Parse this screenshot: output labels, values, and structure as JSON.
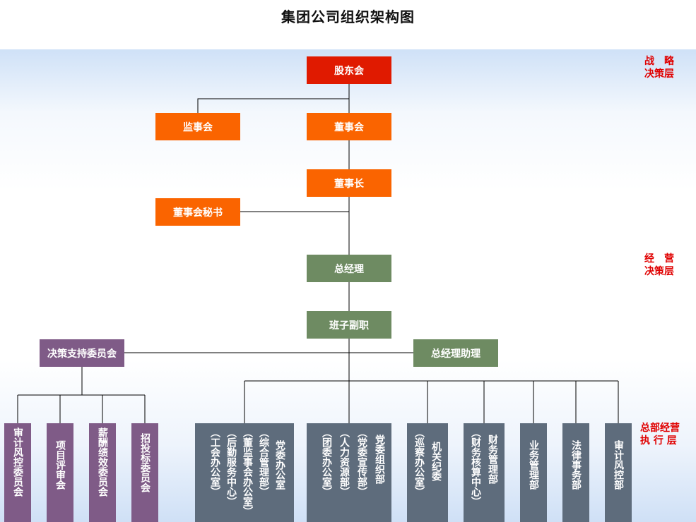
{
  "title": "集团公司组织架构图",
  "layers": {
    "strategy": [
      "战　略",
      "决策层"
    ],
    "operation": [
      "经　营",
      "决策层"
    ],
    "execution": [
      "总部经营",
      "执 行 层"
    ]
  },
  "nodes": {
    "shareholders": "股东会",
    "supervisors": "监事会",
    "board": "董事会",
    "chairman": "董事长",
    "board_secretary": "董事会秘书",
    "general_manager": "总经理",
    "deputy": "班子副职",
    "decision_support": "决策支持委员会",
    "gm_assistant": "总经理助理"
  },
  "committees": [
    {
      "lines": [
        "审计风控委员会"
      ]
    },
    {
      "lines": [
        "项目评审会"
      ]
    },
    {
      "lines": [
        "薪酬绩效委员会"
      ]
    },
    {
      "lines": [
        "招投标委员会"
      ]
    }
  ],
  "departments": [
    {
      "lines": [
        "党委办公室",
        "（综合管理部）",
        "（董监事会办公室）",
        "（后勤服务中心）",
        "（工会办公室）"
      ]
    },
    {
      "lines": [
        "党委组织部",
        "（党委宣传部）",
        "（人力资源部）",
        "（团委办公室）"
      ]
    },
    {
      "lines": [
        "机关纪委",
        "（巡察办公室）"
      ]
    },
    {
      "lines": [
        "财务管理部",
        "（财务核算中心）"
      ]
    },
    {
      "lines": [
        "业务管理部"
      ]
    },
    {
      "lines": [
        "法律事务部"
      ]
    },
    {
      "lines": [
        "审计风控部"
      ]
    }
  ],
  "colors": {
    "shareholders": "#e01a00",
    "board_level": "#fa6400",
    "management": "#6e8b62",
    "committee": "#7f5b87",
    "department": "#5e6c7c",
    "layer_label": "#e00000"
  }
}
